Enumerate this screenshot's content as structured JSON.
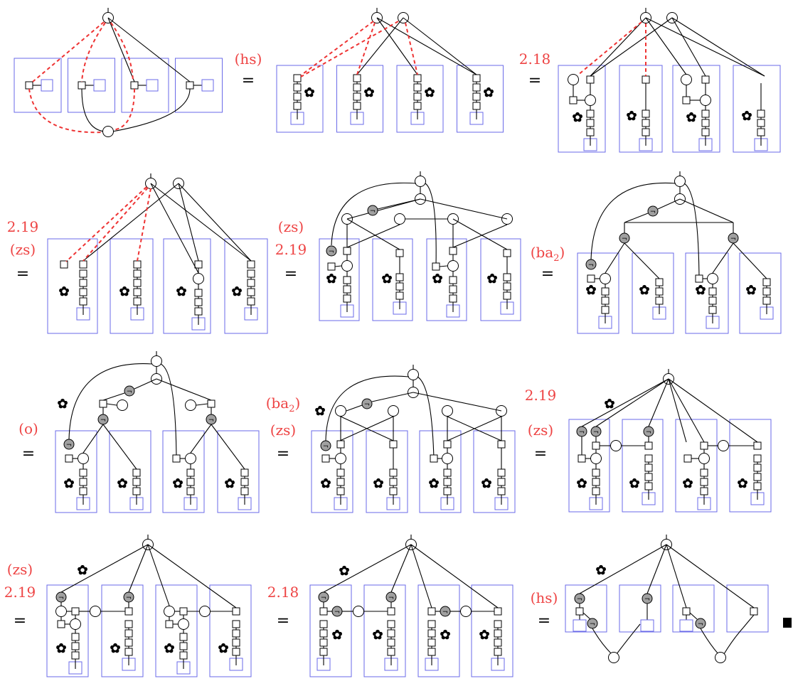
{
  "labels": {
    "hs": "(hs)",
    "n218": "2.18",
    "n219": "2.19",
    "zs": "(zs)",
    "ba2_open": "(ba",
    "ba2_sub": "2",
    "ba2_close": ")",
    "o": "(o)"
  },
  "symbols": {
    "equals": "=",
    "neg": "¬",
    "star": "✿",
    "qed": "■"
  },
  "colors": {
    "box": "#6a6ae8",
    "dashed": "#ee3333",
    "label": "#ee4444",
    "grey": "#a0a0a0",
    "ink": "#000000"
  }
}
